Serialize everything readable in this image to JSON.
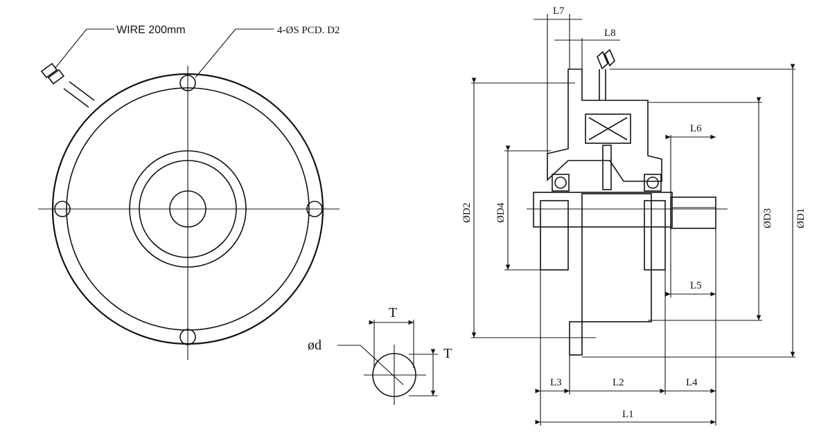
{
  "labels": {
    "wire": "WIRE 200mm",
    "holes": "4-ØS PCD. D2",
    "od": "ød",
    "t_top": "T",
    "t_side": "T",
    "l7": "L7",
    "l8": "L8",
    "l6": "L6",
    "l5": "L5",
    "l3": "L3",
    "l2": "L2",
    "l4": "L4",
    "l1": "L1",
    "d1": "ØD1",
    "d2": "ØD2",
    "d3": "ØD3",
    "d4": "ØD4"
  },
  "colors": {
    "line": "#111111",
    "hatch": "#444444",
    "background": "#ffffff"
  }
}
